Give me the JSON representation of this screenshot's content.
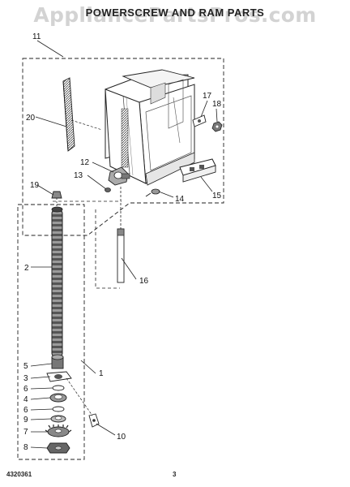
{
  "header": {
    "title": "POWERSCREW AND RAM PARTS",
    "subtitle": "Parts for model (not legible)",
    "watermark": "AppliancePartsPros.com"
  },
  "footer": {
    "part_number": "4320361",
    "page": "3"
  },
  "callouts": [
    "1",
    "2",
    "3",
    "4",
    "5",
    "6",
    "6",
    "7",
    "8",
    "9",
    "10",
    "11",
    "12",
    "13",
    "14",
    "15",
    "16",
    "17",
    "18",
    "19",
    "20"
  ],
  "colors": {
    "line": "#222222",
    "part_fill": "#ffffff",
    "shade": "#8c8c8c"
  }
}
